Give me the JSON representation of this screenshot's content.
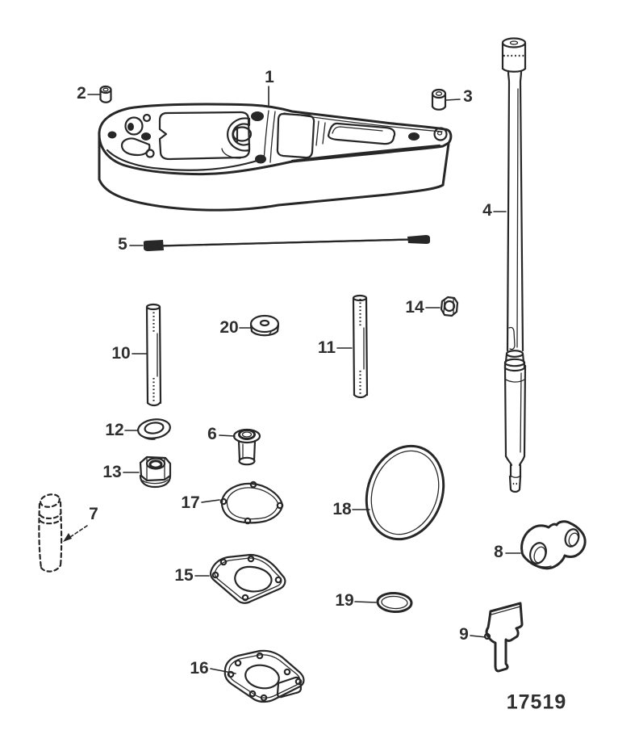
{
  "figure": {
    "drawing_number": "17519",
    "callouts": [
      {
        "number": "1"
      },
      {
        "number": "2"
      },
      {
        "number": "3"
      },
      {
        "number": "4"
      },
      {
        "number": "5"
      },
      {
        "number": "6"
      },
      {
        "number": "7"
      },
      {
        "number": "8"
      },
      {
        "number": "9"
      },
      {
        "number": "10"
      },
      {
        "number": "11"
      },
      {
        "number": "12"
      },
      {
        "number": "13"
      },
      {
        "number": "14"
      },
      {
        "number": "15"
      },
      {
        "number": "16"
      },
      {
        "number": "17"
      },
      {
        "number": "18"
      },
      {
        "number": "19"
      },
      {
        "number": "20"
      }
    ]
  },
  "colors": {
    "line_color": "#272727",
    "label_color": "#2f2f2f",
    "background": "#ffffff"
  }
}
